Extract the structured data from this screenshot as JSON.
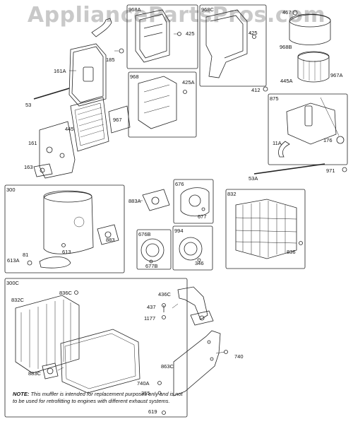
{
  "watermark": "AppliancePartsPros.com",
  "boxes": {
    "b968A": "968A",
    "b968C": "968C",
    "b968": "968",
    "b875": "875",
    "b300": "300",
    "b676": "676",
    "b832": "832",
    "b676B": "676B",
    "b994": "994",
    "b300C": "300C"
  },
  "labels": {
    "l467": "467",
    "l425a": "425",
    "l425b": "425",
    "l968B": "968B",
    "l185": "185",
    "l161A": "161A",
    "l425A": "425A",
    "l445A": "445A",
    "l967A": "967A",
    "l412": "412",
    "l53": "53",
    "l967": "967",
    "l445": "445",
    "l161": "161",
    "l11A": "11A",
    "l176": "176",
    "l163": "163",
    "l53A": "53A",
    "l971": "971",
    "l883A": "883A",
    "l677": "677",
    "l883": "883",
    "l613A": "613A",
    "l81": "81",
    "l613": "613",
    "l677B": "677B",
    "l346": "346",
    "l836": "836",
    "l836C": "836C",
    "l832C": "832C",
    "l436C": "436C",
    "l437": "437",
    "l1177": "1177",
    "l740": "740",
    "l883C": "883C",
    "l863C": "863C",
    "l740A": "740A",
    "l355": "355",
    "l619": "619"
  },
  "note": {
    "prefix": "NOTE:",
    "text": "This muffler is intended for replacement purposes only and is not to be used for retrofitting to engines with different exhaust systems."
  }
}
